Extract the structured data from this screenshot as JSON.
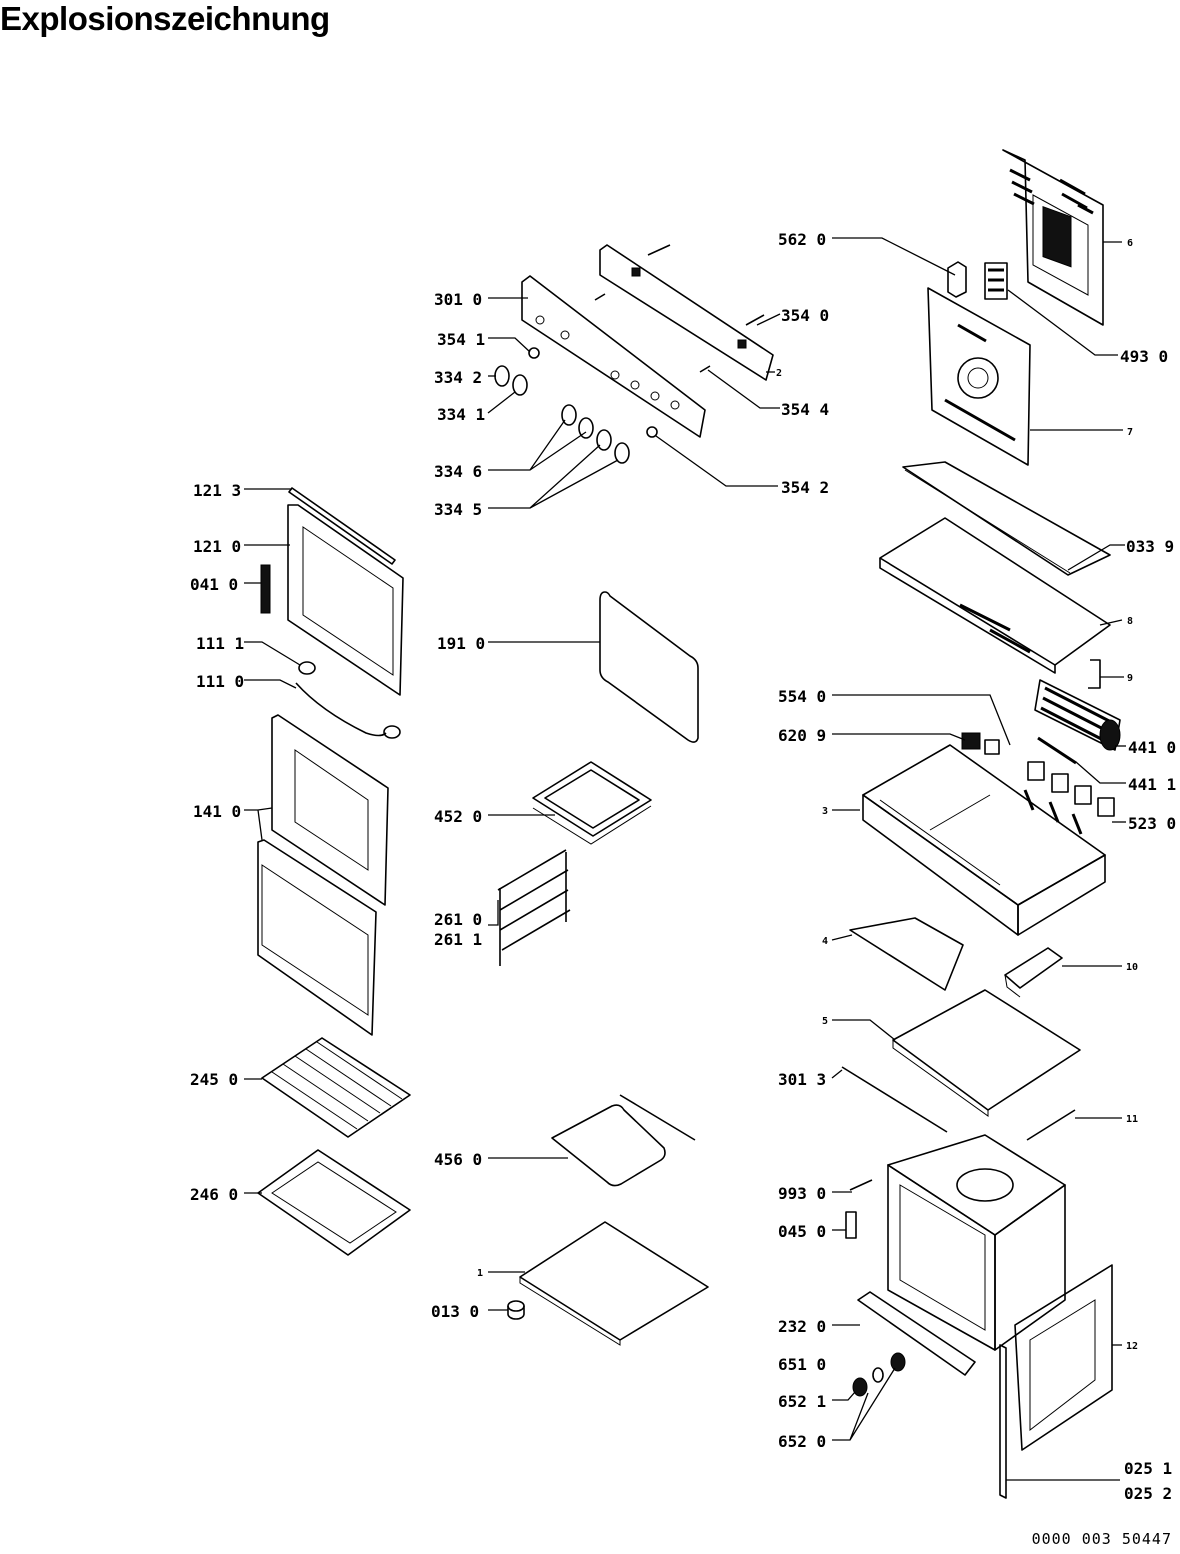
{
  "title": "Explosionszeichnung",
  "document_number": "0000 003 50447",
  "labels": {
    "l562_0": "562 0",
    "l6": "6",
    "l493_0": "493 0",
    "l301_0": "301 0",
    "l354_0": "354 0",
    "l354_1": "354 1",
    "l2": "2",
    "l334_2": "334 2",
    "l334_1": "334 1",
    "l354_4": "354 4",
    "l7": "7",
    "l334_6": "334 6",
    "l354_2": "354 2",
    "l334_5": "334 5",
    "l121_3": "121 3",
    "l033_9": "033 9",
    "l121_0": "121 0",
    "l041_0": "041 0",
    "l8": "8",
    "l191_0": "191 0",
    "l111_1": "111 1",
    "l9": "9",
    "l111_0": "111 0",
    "l554_0": "554 0",
    "l620_9": "620 9",
    "l441_0": "441 0",
    "l441_1": "441 1",
    "l141_0": "141 0",
    "l452_0": "452 0",
    "l3": "3",
    "l523_0": "523 0",
    "l261_0": "261 0",
    "l261_1": "261 1",
    "l4": "4",
    "l10": "10",
    "l5": "5",
    "l245_0": "245 0",
    "l301_3": "301 3",
    "l11": "11",
    "l456_0": "456 0",
    "l993_0": "993 0",
    "l246_0": "246 0",
    "l045_0": "045 0",
    "l1": "1",
    "l013_0": "013 0",
    "l232_0": "232 0",
    "l12": "12",
    "l651_0": "651 0",
    "l652_1": "652 1",
    "l652_0": "652 0",
    "l025_1": "025 1",
    "l025_2": "025 2"
  }
}
